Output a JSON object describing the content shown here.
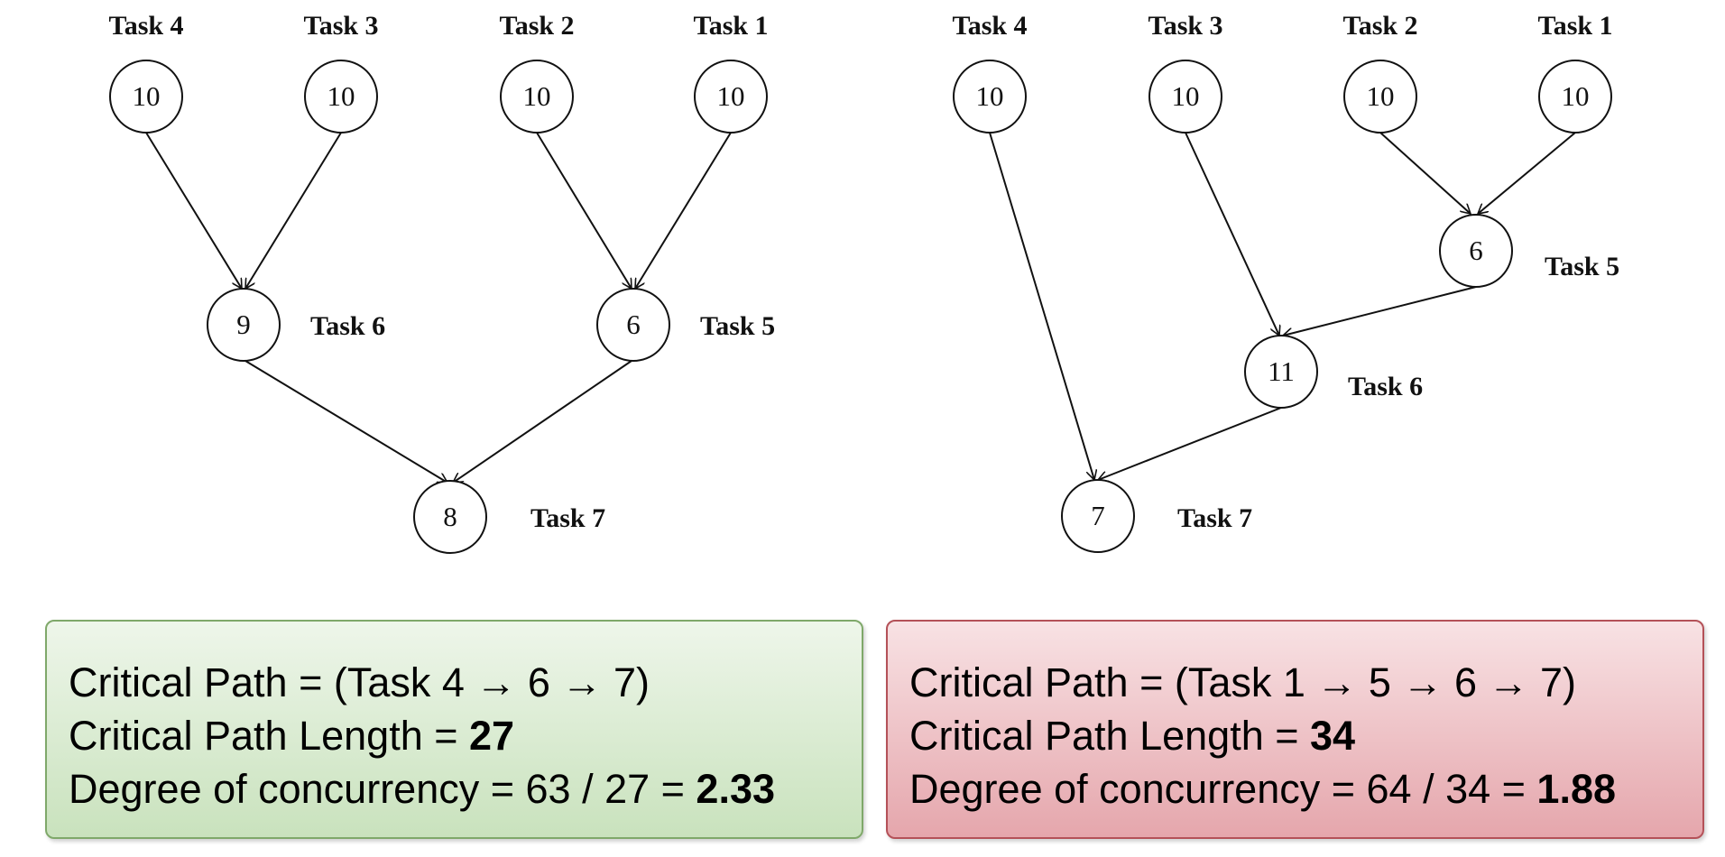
{
  "left_graph": {
    "tasks": {
      "task4": {
        "label": "Task 4",
        "value": "10"
      },
      "task3": {
        "label": "Task 3",
        "value": "10"
      },
      "task2": {
        "label": "Task 2",
        "value": "10"
      },
      "task1": {
        "label": "Task 1",
        "value": "10"
      },
      "task6": {
        "label": "Task 6",
        "value": "9"
      },
      "task5": {
        "label": "Task 5",
        "value": "6"
      },
      "task7": {
        "label": "Task 7",
        "value": "8"
      }
    }
  },
  "right_graph": {
    "tasks": {
      "task4": {
        "label": "Task 4",
        "value": "10"
      },
      "task3": {
        "label": "Task 3",
        "value": "10"
      },
      "task2": {
        "label": "Task 2",
        "value": "10"
      },
      "task1": {
        "label": "Task 1",
        "value": "10"
      },
      "task5": {
        "label": "Task 5",
        "value": "6"
      },
      "task6": {
        "label": "Task 6",
        "value": "11"
      },
      "task7": {
        "label": "Task 7",
        "value": "7"
      }
    }
  },
  "left_panel": {
    "path_prefix": "Critical Path = ",
    "path": "(Task 4 → 6 → 7)",
    "length_prefix": "Critical Path Length = ",
    "length": "27",
    "concurrency_prefix": "Degree of concurrency = 63 / 27 = ",
    "concurrency": "2.33"
  },
  "right_panel": {
    "path_prefix": "Critical Path = ",
    "path": "(Task 1 → 5 → 6 → 7)",
    "length_prefix": "Critical Path Length = ",
    "length": "34",
    "concurrency_prefix": "Degree of concurrency = 64 / 34 = ",
    "concurrency": "1.88"
  },
  "colors": {
    "good_panel": "#c9e2bd",
    "bad_panel": "#e5a6ac"
  }
}
